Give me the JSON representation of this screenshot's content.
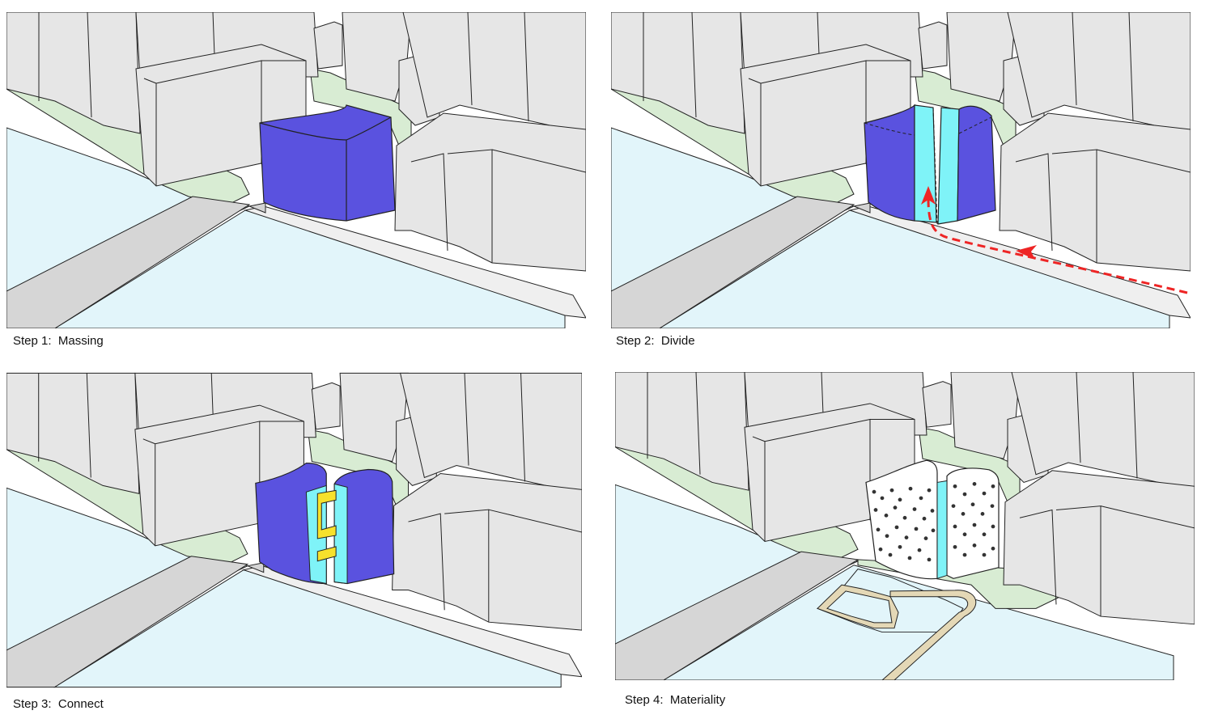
{
  "steps": [
    {
      "caption": "Step 1:  Massing"
    },
    {
      "caption": "Step 2:  Divide"
    },
    {
      "caption": "Step 3:  Connect"
    },
    {
      "caption": "Step 4:  Materiality"
    }
  ],
  "colors": {
    "building": "#e6e6e6",
    "building_side": "#d4d4d4",
    "water": "#e2f5fa",
    "park": "#d8ecd3",
    "street": "#d6d6d6",
    "plaza": "#efefef",
    "massing": "#5a52df",
    "void": "#7ff3f8",
    "bridge": "#f7e12c",
    "arrow": "#ee2525",
    "boardwalk": "#e4d8b6",
    "facade": "#ffffff",
    "outline": "#222222"
  }
}
